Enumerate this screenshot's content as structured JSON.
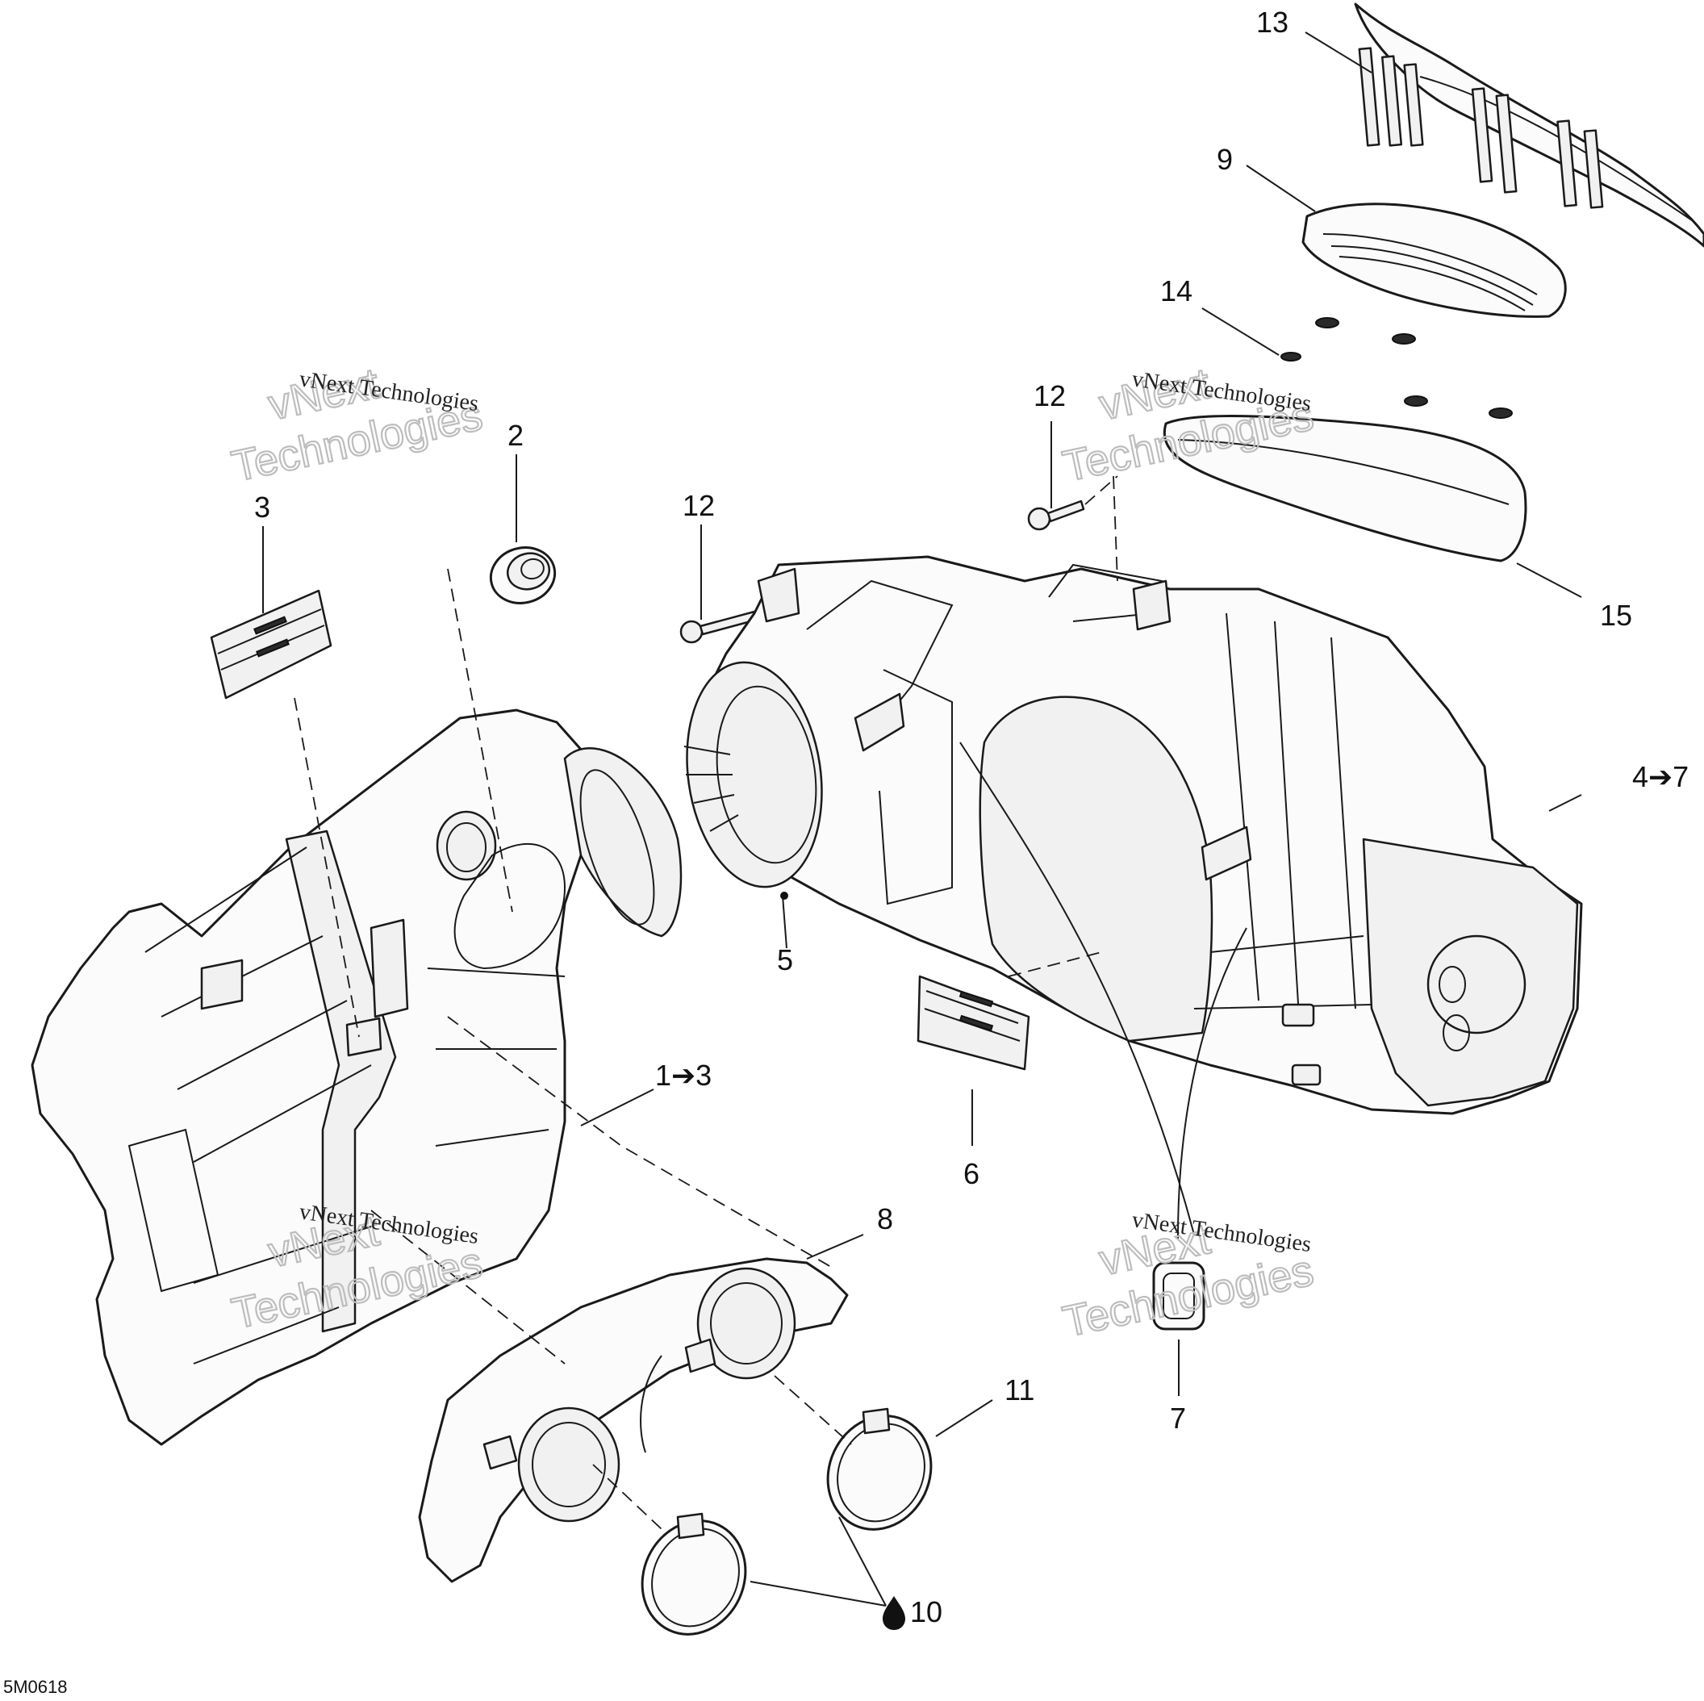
{
  "diagram": {
    "drawing_code": "5M0618",
    "watermark": {
      "line_small": "vNext Technologies",
      "line_big_1": "vNext",
      "line_big_2": "Technologies"
    },
    "callouts": {
      "c1": "1➔3",
      "c2": "2",
      "c3": "3",
      "c47": "4➔7",
      "c5": "5",
      "c6": "6",
      "c7": "7",
      "c8": "8",
      "c9": "9",
      "c10": "10",
      "c11": "11",
      "c12a": "12",
      "c12b": "12",
      "c13": "13",
      "c14": "14",
      "c15": "15"
    }
  }
}
